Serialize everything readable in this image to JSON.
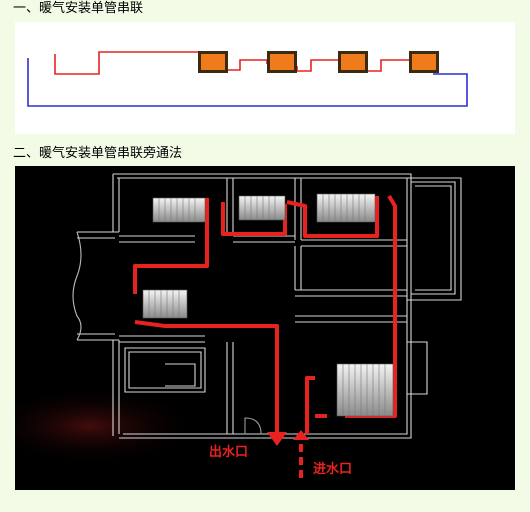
{
  "headings": {
    "series": "一、暖气安装单管串联",
    "bypass": "二、暖气安装单管串联旁通法"
  },
  "labels": {
    "outlet": "出水口",
    "inlet": "进水口"
  },
  "colors": {
    "supply_pipe": "#e8231f",
    "return_pipe": "#2f2fd0",
    "radiator_fill": "#f07b1a",
    "radiator_border": "#3a2a10",
    "plan_background": "#000000",
    "wall_line": "#d8d8d8",
    "label_text": "#e8231f"
  },
  "radiators_top_count": 4,
  "radiators_plan_count": 5
}
